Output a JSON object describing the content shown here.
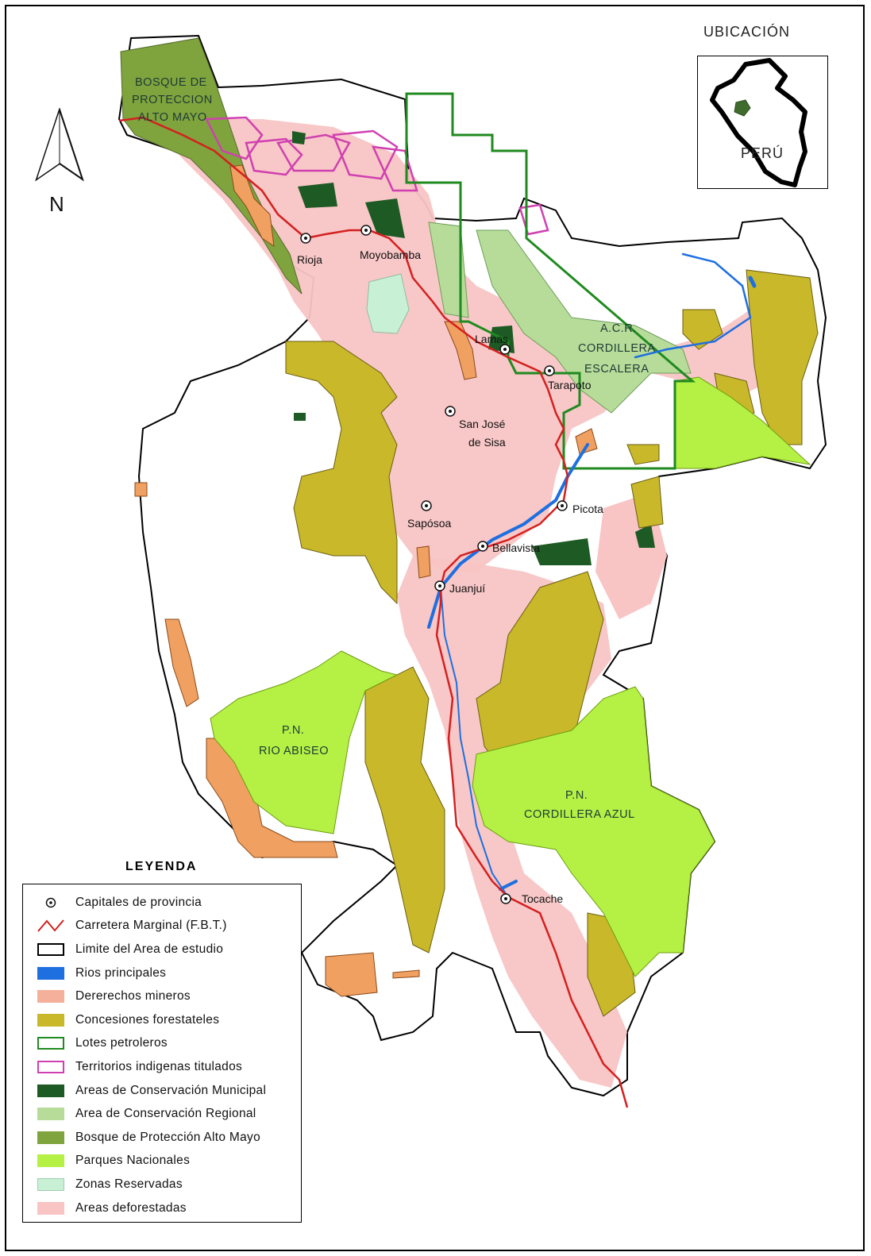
{
  "map": {
    "inset_title": "UBICACIÓN",
    "inset_country": "PERÚ",
    "north_label": "N",
    "protected_labels": {
      "bosque_line1": "BOSQUE DE",
      "bosque_line2": "PROTECCION",
      "bosque_line3": "ALTO MAYO",
      "acr_line1": "A.C.R.",
      "acr_line2": "CORDILLERA",
      "acr_line3": "ESCALERA",
      "abiseo_line1": "P.N.",
      "abiseo_line2": "RIO ABISEO",
      "azul_line1": "P.N.",
      "azul_line2": "CORDILLERA AZUL"
    },
    "cities": {
      "rioja": "Rioja",
      "moyobamba": "Moyobamba",
      "lamas": "Lamas",
      "tarapoto": "Tarapoto",
      "sanjose_line1": "San José",
      "sanjose_line2": "de Sisa",
      "saposoa": "Sapósoa",
      "picota": "Picota",
      "bellavista": "Bellavista",
      "juanjui": "Juanjuí",
      "tocache": "Tocache"
    }
  },
  "legend": {
    "title": "LEYENDA",
    "items": [
      {
        "label": "Capitales de provincia",
        "symbol": "city-dot-icon"
      },
      {
        "label": "Carretera Marginal (F.B.T.)",
        "symbol": "road-line-icon",
        "color": "#d42020"
      },
      {
        "label": "Limite del Area de estudio",
        "color": "#ffffff",
        "border": "#000000"
      },
      {
        "label": "Rios principales",
        "color": "#1e6fe0"
      },
      {
        "label": "Dererechos mineros",
        "color": "#f4b09a"
      },
      {
        "label": "Concesiones forestateles",
        "color": "#c8b82a"
      },
      {
        "label": "Lotes petroleros",
        "color": "#ffffff",
        "border": "#1f8a1f"
      },
      {
        "label": "Territorios indigenas titulados",
        "color": "#ffffff",
        "border": "#d040b0"
      },
      {
        "label": "Areas de Conservación Municipal",
        "color": "#1e5a24"
      },
      {
        "label": "Area de Conservación Regional",
        "color": "#b7dc9a"
      },
      {
        "label": "Bosque de Protección Alto Mayo",
        "color": "#7fa33d"
      },
      {
        "label": "Parques Nacionales",
        "color": "#b5f045"
      },
      {
        "label": "Zonas Reservadas",
        "color": "#c8f0d4"
      },
      {
        "label": "Areas deforestadas",
        "color": "#f8c4c4"
      }
    ]
  }
}
